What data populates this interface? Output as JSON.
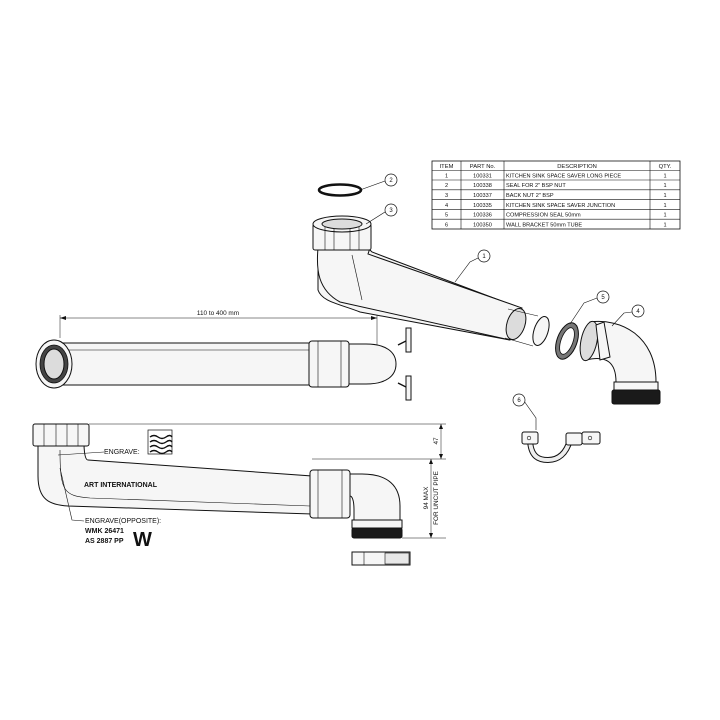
{
  "parts_table": {
    "headers": [
      "ITEM",
      "PART No.",
      "DESCRIPTION",
      "QTY."
    ],
    "rows": [
      [
        "1",
        "100331",
        "KITCHEN SINK SPACE SAVER LONG PIECE",
        "1"
      ],
      [
        "2",
        "100338",
        "SEAL FOR 2\" BSP NUT",
        "1"
      ],
      [
        "3",
        "100337",
        "BACK NUT 2\" BSP",
        "1"
      ],
      [
        "4",
        "100335",
        "KITCHEN SINK SPACE SAVER JUNCTION",
        "1"
      ],
      [
        "5",
        "100336",
        "COMPRESSION SEAL 50mm",
        "1"
      ],
      [
        "6",
        "100350",
        "WALL BRACKET 50mm TUBE",
        "1"
      ]
    ]
  },
  "balloons": [
    "1",
    "2",
    "3",
    "4",
    "5",
    "6"
  ],
  "dimensions": {
    "length": "110 to 400 mm",
    "height": "47",
    "max": "94 MAX",
    "max_note": "FOR UNCUT PIPE"
  },
  "labels": {
    "engrave": "ENGRAVE:",
    "engrave_opposite": "ENGRAVE(OPPOSITE):",
    "brand": "ART INTERNATIONAL",
    "wmk": "WMK 26471",
    "standard": "AS 2887  PP",
    "watermark_logo": "W"
  }
}
